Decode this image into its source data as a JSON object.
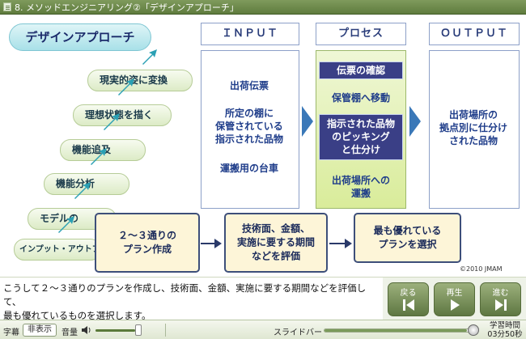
{
  "titlebar": {
    "text": "8. メソッドエンジニアリング②「デザインアプローチ」"
  },
  "slide": {
    "title": "デザインアプローチ",
    "stairs": [
      "インプット・アウトプット",
      "モデルの",
      "機能分析",
      "機能追及",
      "理想状態を描く",
      "現実的姿に変換"
    ],
    "columns": {
      "input_header": "ＩＮＰＵＴ",
      "process_header": "プロセス",
      "output_header": "ＯＵＴＰＵＴ"
    },
    "input_items": [
      "出荷伝票",
      "所定の棚に",
      "保管されている",
      "指示された品物",
      "運搬用の台車"
    ],
    "process_items": [
      {
        "text": "伝票の確認",
        "style": "dark"
      },
      {
        "text": "保管棚へ移動",
        "style": "light"
      },
      {
        "line1": "指示された品物",
        "line2": "のピッキング",
        "line3": "と仕分け",
        "style": "dark"
      },
      {
        "line1": "出荷場所への",
        "line2": "運搬",
        "style": "light"
      }
    ],
    "output_items": [
      "出荷場所の",
      "拠点別に仕分け",
      "された品物"
    ],
    "steps": [
      {
        "line1": "２～３通りの",
        "line2": "プラン作成"
      },
      {
        "line1": "技術面、金額、",
        "line2": "実施に要する期間",
        "line3": "などを評価"
      },
      {
        "line1": "最も優れている",
        "line2": "プランを選択"
      }
    ],
    "copyright": "©2010 JMAM"
  },
  "caption": {
    "line1": "こうして２～３通りのプランを作成し、技術面、金額、実施に要する期間などを評価して、",
    "line2": "最も優れているものを選択します。"
  },
  "controls": {
    "back": "戻る",
    "play": "再生",
    "next": "進む"
  },
  "bottombar": {
    "subtitle_label": "字幕",
    "subtitle_toggle": "非表示",
    "volume_label": "音量",
    "volume_level": 0.95,
    "slider_label": "スライドバー",
    "slider_position": 0.97,
    "study_time_label": "学習時間",
    "study_time_value": "03分50秒"
  }
}
